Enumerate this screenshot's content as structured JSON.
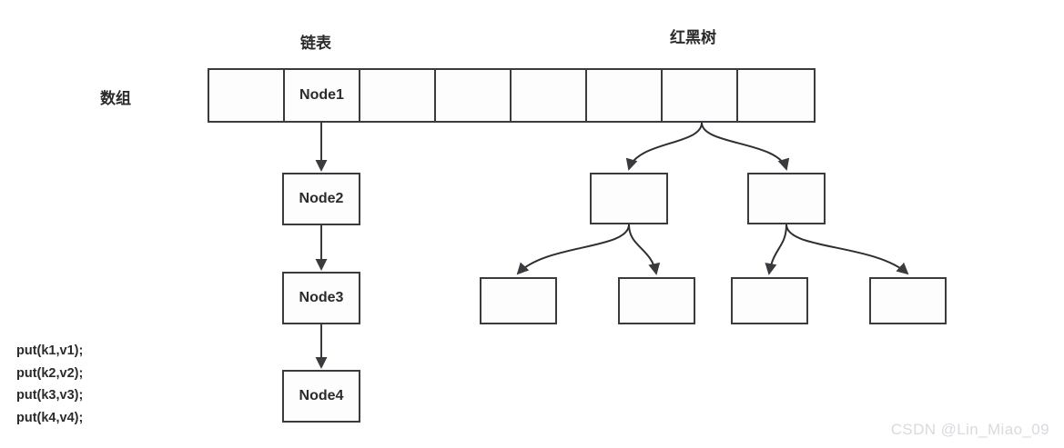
{
  "diagram": {
    "title_linked_list": "链表",
    "title_red_black_tree": "红黑树",
    "label_array": "数组",
    "array": {
      "cells": [
        "",
        "Node1",
        "",
        "",
        "",
        "",
        "",
        ""
      ],
      "filled_index": 1,
      "tree_index": 6
    },
    "linked_list": {
      "nodes": [
        "Node2",
        "Node3",
        "Node4"
      ]
    },
    "tree": {
      "level1": [
        "",
        ""
      ],
      "level2": [
        "",
        "",
        "",
        ""
      ]
    },
    "code_lines": [
      "put(k1,v1);",
      "put(k2,v2);",
      "put(k3,v3);",
      "put(k4,v4);"
    ],
    "watermark": "CSDN @Lin_Miao_09",
    "colors": {
      "stroke": "#3b3b3f",
      "text": "#2b2b2b",
      "box_fill": "#fdfdfe",
      "watermark": "#d8dade",
      "background": "#ffffff"
    }
  }
}
